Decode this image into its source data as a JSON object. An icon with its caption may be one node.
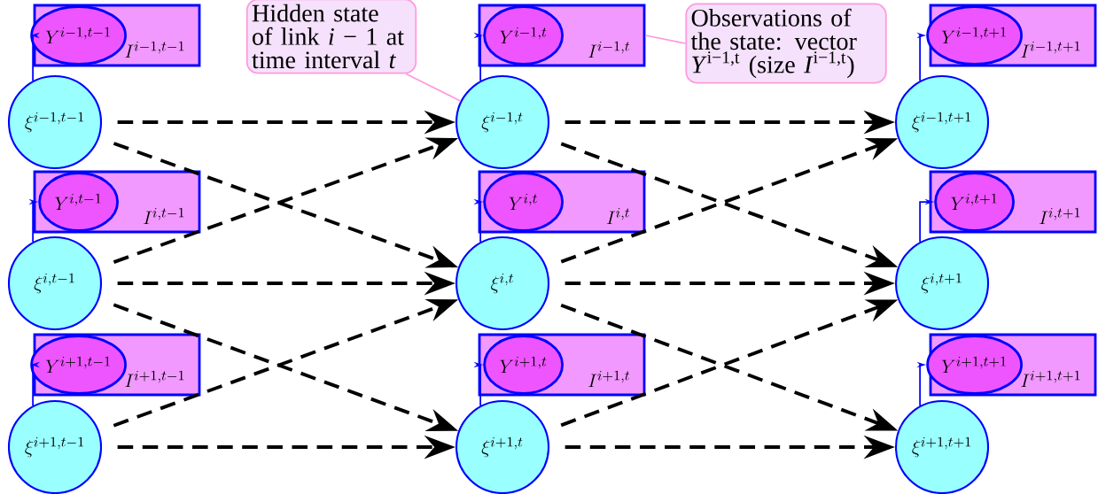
{
  "diagram": {
    "nodes": [
      {
        "text": [
          "I^{i-1,t-1}"
        ]
      },
      {
        "text": [
          "Y^{i-1,t-1}"
        ],
        "in": 0
      },
      {
        "text": [
          "\\xi^{i-1,t-1}"
        ]
      },
      {
        "text": [
          "I^{i,t-1}"
        ]
      },
      {
        "text": [
          "Y^{i,t-1}"
        ],
        "in": 3
      },
      {
        "text": [
          "\\xi^{i,t-1}"
        ]
      },
      {
        "text": [
          "I^{i+1,t-1}"
        ]
      },
      {
        "text": [
          "Y^{i+1,t-1}"
        ],
        "in": 6
      },
      {
        "text": [
          "\\xi^{i+1,t-1}"
        ]
      },
      {
        "text": [
          "I^{i-1,t}"
        ]
      },
      {
        "text": [
          "Y^{i-1,t}"
        ],
        "in": 9
      },
      {
        "text": [
          "\\xi^{i-1,t}"
        ]
      },
      {
        "text": [
          "I^{i,t}"
        ]
      },
      {
        "text": [
          "Y^{i,t}"
        ],
        "in": 12
      },
      {
        "text": [
          "\\xi^{i,t}"
        ]
      },
      {
        "text": [
          "I^{i+1,t}"
        ]
      },
      {
        "text": [
          "Y^{i+1,t}"
        ],
        "in": 15
      },
      {
        "text": [
          "\\xi^{i+1,t}"
        ]
      },
      {
        "text": [
          "I^{i-1,t+1}"
        ]
      },
      {
        "text": [
          "Y^{i-1,t+1}"
        ],
        "in": 18
      },
      {
        "text": [
          "\\xi^{i-1,t+1}"
        ]
      },
      {
        "text": [
          "I^{i,t+1}"
        ]
      },
      {
        "text": [
          "Y^{i,t+1}"
        ],
        "in": 21
      },
      {
        "text": [
          "\\xi^{i,t+1}"
        ]
      },
      {
        "text": [
          "I^{i+1,t+1}"
        ]
      },
      {
        "text": [
          "Y^{i+1,t+1}"
        ],
        "in": 24
      },
      {
        "text": [
          "\\xi^{i+1,t+1}"
        ]
      },
      {
        "text": [
          "Hidden state of link *i* − 1 at time interval *t*"
        ]
      },
      {
        "text": [
          "Observations of the state: vector *Y*$^{i−1,t}$ (size *I*$^{i−1,t}$)"
        ]
      }
    ],
    "edges": [
      {
        "from": 2,
        "to": 1,
        "arrow": "to",
        "color": "#0000ff"
      },
      {
        "from": 5,
        "to": 4,
        "arrow": "to",
        "color": "#0000ff"
      },
      {
        "from": 8,
        "to": 7,
        "arrow": "to",
        "color": "#0000ff"
      },
      {
        "from": 11,
        "to": 10,
        "arrow": "to",
        "color": "#0000ff"
      },
      {
        "from": 14,
        "to": 13,
        "arrow": "to",
        "color": "#0000ff"
      },
      {
        "from": 17,
        "to": 16,
        "arrow": "to",
        "color": "#0000ff"
      },
      {
        "from": 20,
        "to": 19,
        "arrow": "to",
        "color": "#0000ff"
      },
      {
        "from": 23,
        "to": 22,
        "arrow": "to",
        "color": "#0000ff"
      },
      {
        "from": 26,
        "to": 25,
        "arrow": "to",
        "color": "#0000ff"
      },
      {
        "from": 2,
        "to": 11,
        "arrow": "to",
        "style": "dashed"
      },
      {
        "from": 2,
        "to": 14,
        "arrow": "to",
        "style": "dashed"
      },
      {
        "from": 5,
        "to": 11,
        "arrow": "to",
        "style": "dashed"
      },
      {
        "from": 5,
        "to": 14,
        "arrow": "to",
        "style": "dashed"
      },
      {
        "from": 5,
        "to": 17,
        "arrow": "to",
        "style": "dashed"
      },
      {
        "from": 8,
        "to": 14,
        "arrow": "to",
        "style": "dashed"
      },
      {
        "from": 8,
        "to": 17,
        "arrow": "to",
        "style": "dashed"
      },
      {
        "from": 11,
        "to": 20,
        "arrow": "to",
        "style": "dashed"
      },
      {
        "from": 11,
        "to": 23,
        "arrow": "to",
        "style": "dashed"
      },
      {
        "from": 14,
        "to": 20,
        "arrow": "to",
        "style": "dashed"
      },
      {
        "from": 14,
        "to": 23,
        "arrow": "to",
        "style": "dashed"
      },
      {
        "from": 14,
        "to": 26,
        "arrow": "to",
        "style": "dashed"
      },
      {
        "from": 17,
        "to": 23,
        "arrow": "to",
        "style": "dashed"
      },
      {
        "from": 17,
        "to": 26,
        "arrow": "to",
        "style": "dashed"
      },
      {
        "from": 27,
        "to": 11,
        "arrow": "none",
        "color": "#ff99dd"
      },
      {
        "from": 28,
        "to": 9,
        "arrow": "none",
        "color": "#ff99dd"
      }
    ]
  }
}
